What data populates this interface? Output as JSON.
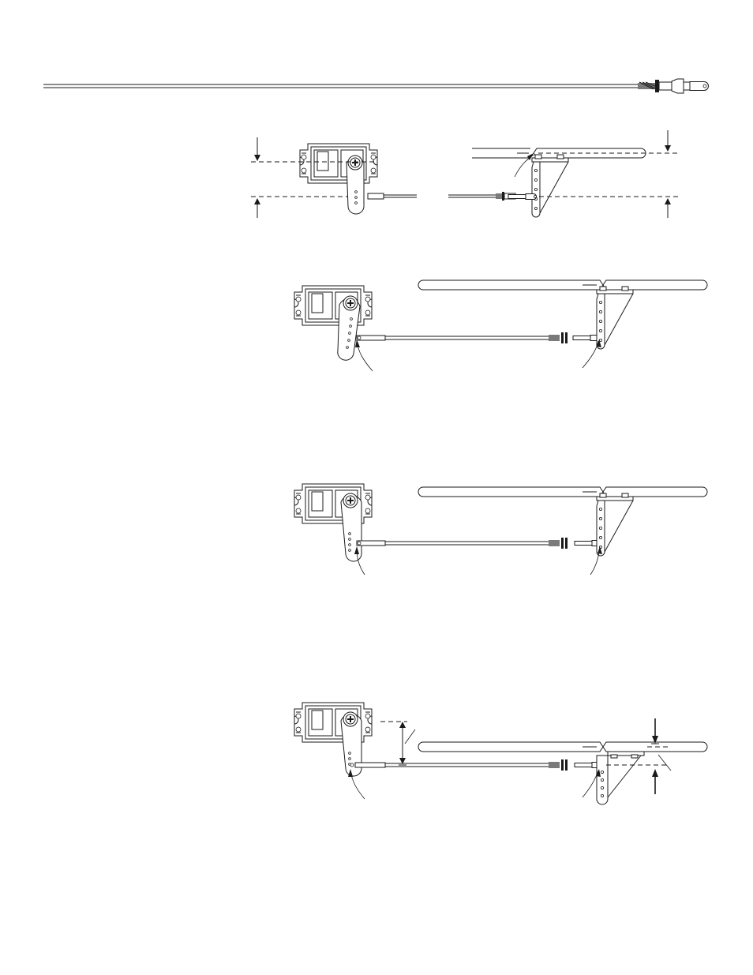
{
  "figures": [
    {
      "id": "pushrod",
      "parts": [
        "rod",
        "threaded-end",
        "clevis"
      ]
    },
    {
      "id": "setup-neutral",
      "parts": [
        "servo",
        "servo-arm",
        "control-surface",
        "control-horn",
        "reference-lines"
      ]
    },
    {
      "id": "linkage-1",
      "parts": [
        "servo",
        "servo-arm",
        "pushrod",
        "control-surface",
        "control-horn"
      ]
    },
    {
      "id": "linkage-2",
      "parts": [
        "servo",
        "servo-arm",
        "pushrod",
        "control-surface",
        "control-horn"
      ]
    },
    {
      "id": "linkage-offset",
      "parts": [
        "servo",
        "servo-arm",
        "pushrod",
        "control-surface",
        "control-horn",
        "offset-dimension"
      ]
    }
  ],
  "colors": {
    "line": "#1a1a1a",
    "background": "#ffffff",
    "threads": "#7a7a7a"
  }
}
